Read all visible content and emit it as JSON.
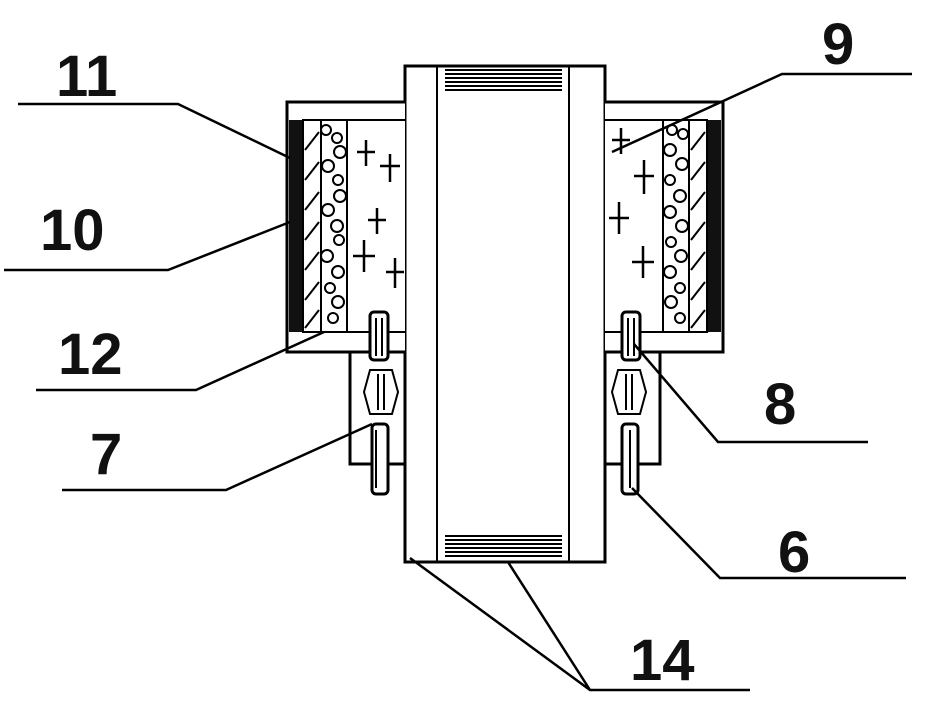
{
  "labels": {
    "l11": "11",
    "l10": "10",
    "l12": "12",
    "l7": "7",
    "l9": "9",
    "l8": "8",
    "l6": "6",
    "l14": "14"
  },
  "colors": {
    "line": "#000000",
    "background": "#ffffff"
  }
}
